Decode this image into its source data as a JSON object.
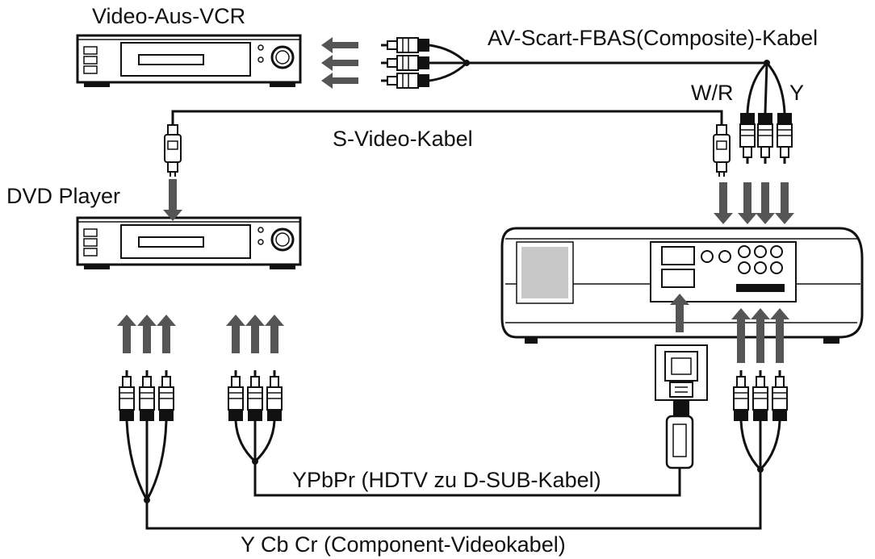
{
  "labels": {
    "vcr": "Video-Aus-VCR",
    "av_cable": "AV-Scart-FBAS(Composite)-Kabel",
    "wr": "W/R",
    "y": "Y",
    "svideo_cable": "S-Video-Kabel",
    "dvd": "DVD Player",
    "ypbpr_cable": "YPbPr (HDTV zu D-SUB-Kabel)",
    "component_cable": "Y Cb Cr (Component-Videokabel)"
  },
  "icons": {
    "vcr": "vcr-device-icon",
    "dvd": "dvd-player-device-icon",
    "projector": "projector-device-icon"
  },
  "colors": {
    "line": "#111111",
    "arrow": "#555555",
    "device_fill": "#ffffff",
    "vent": "#9a9a9a"
  }
}
